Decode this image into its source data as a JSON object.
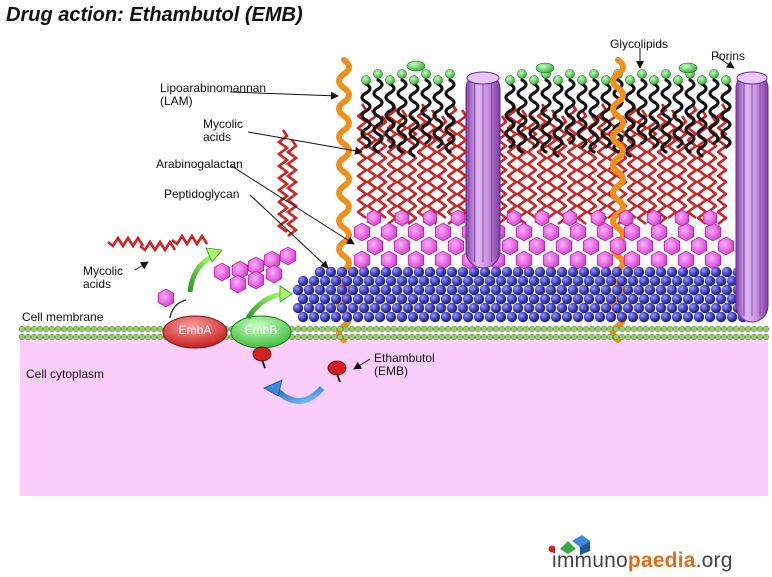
{
  "title": "Drug action: Ethambutol (EMB)",
  "labels": {
    "lam": [
      "Lipoarabinomannan",
      "(LAM)"
    ],
    "mycolic_top": [
      "Mycolic",
      "acids"
    ],
    "arabinogalactan": "Arabinogalactan",
    "peptidoglycan": "Peptidoglycan",
    "mycolic_left": [
      "Mycolic",
      "acids"
    ],
    "glycolipids": "Glycolipids",
    "porins": "Porins",
    "cell_membrane": "Cell membrane",
    "cell_cytoplasm": "Cell cytoplasm",
    "ethambutol": [
      "Ethambutol",
      "(EMB)"
    ]
  },
  "enzymes": {
    "emba": "EmbA",
    "embb": "EmbB"
  },
  "logo": {
    "prefix": "immuno",
    "accent": "paedia",
    "suffix": ".org"
  },
  "colors": {
    "cytoplasm": "#fbcdfb",
    "mycolic": "#d42020",
    "lipid": "#111111",
    "glycolipid_head": "#3ec43e",
    "arabinogalactan": "#e040d8",
    "peptidoglycan": "#3a3aa8",
    "lam": "#f0901c",
    "porin": "#b070d0",
    "emba": "#e03030",
    "embb": "#50d050",
    "membrane": "#9acc70"
  }
}
